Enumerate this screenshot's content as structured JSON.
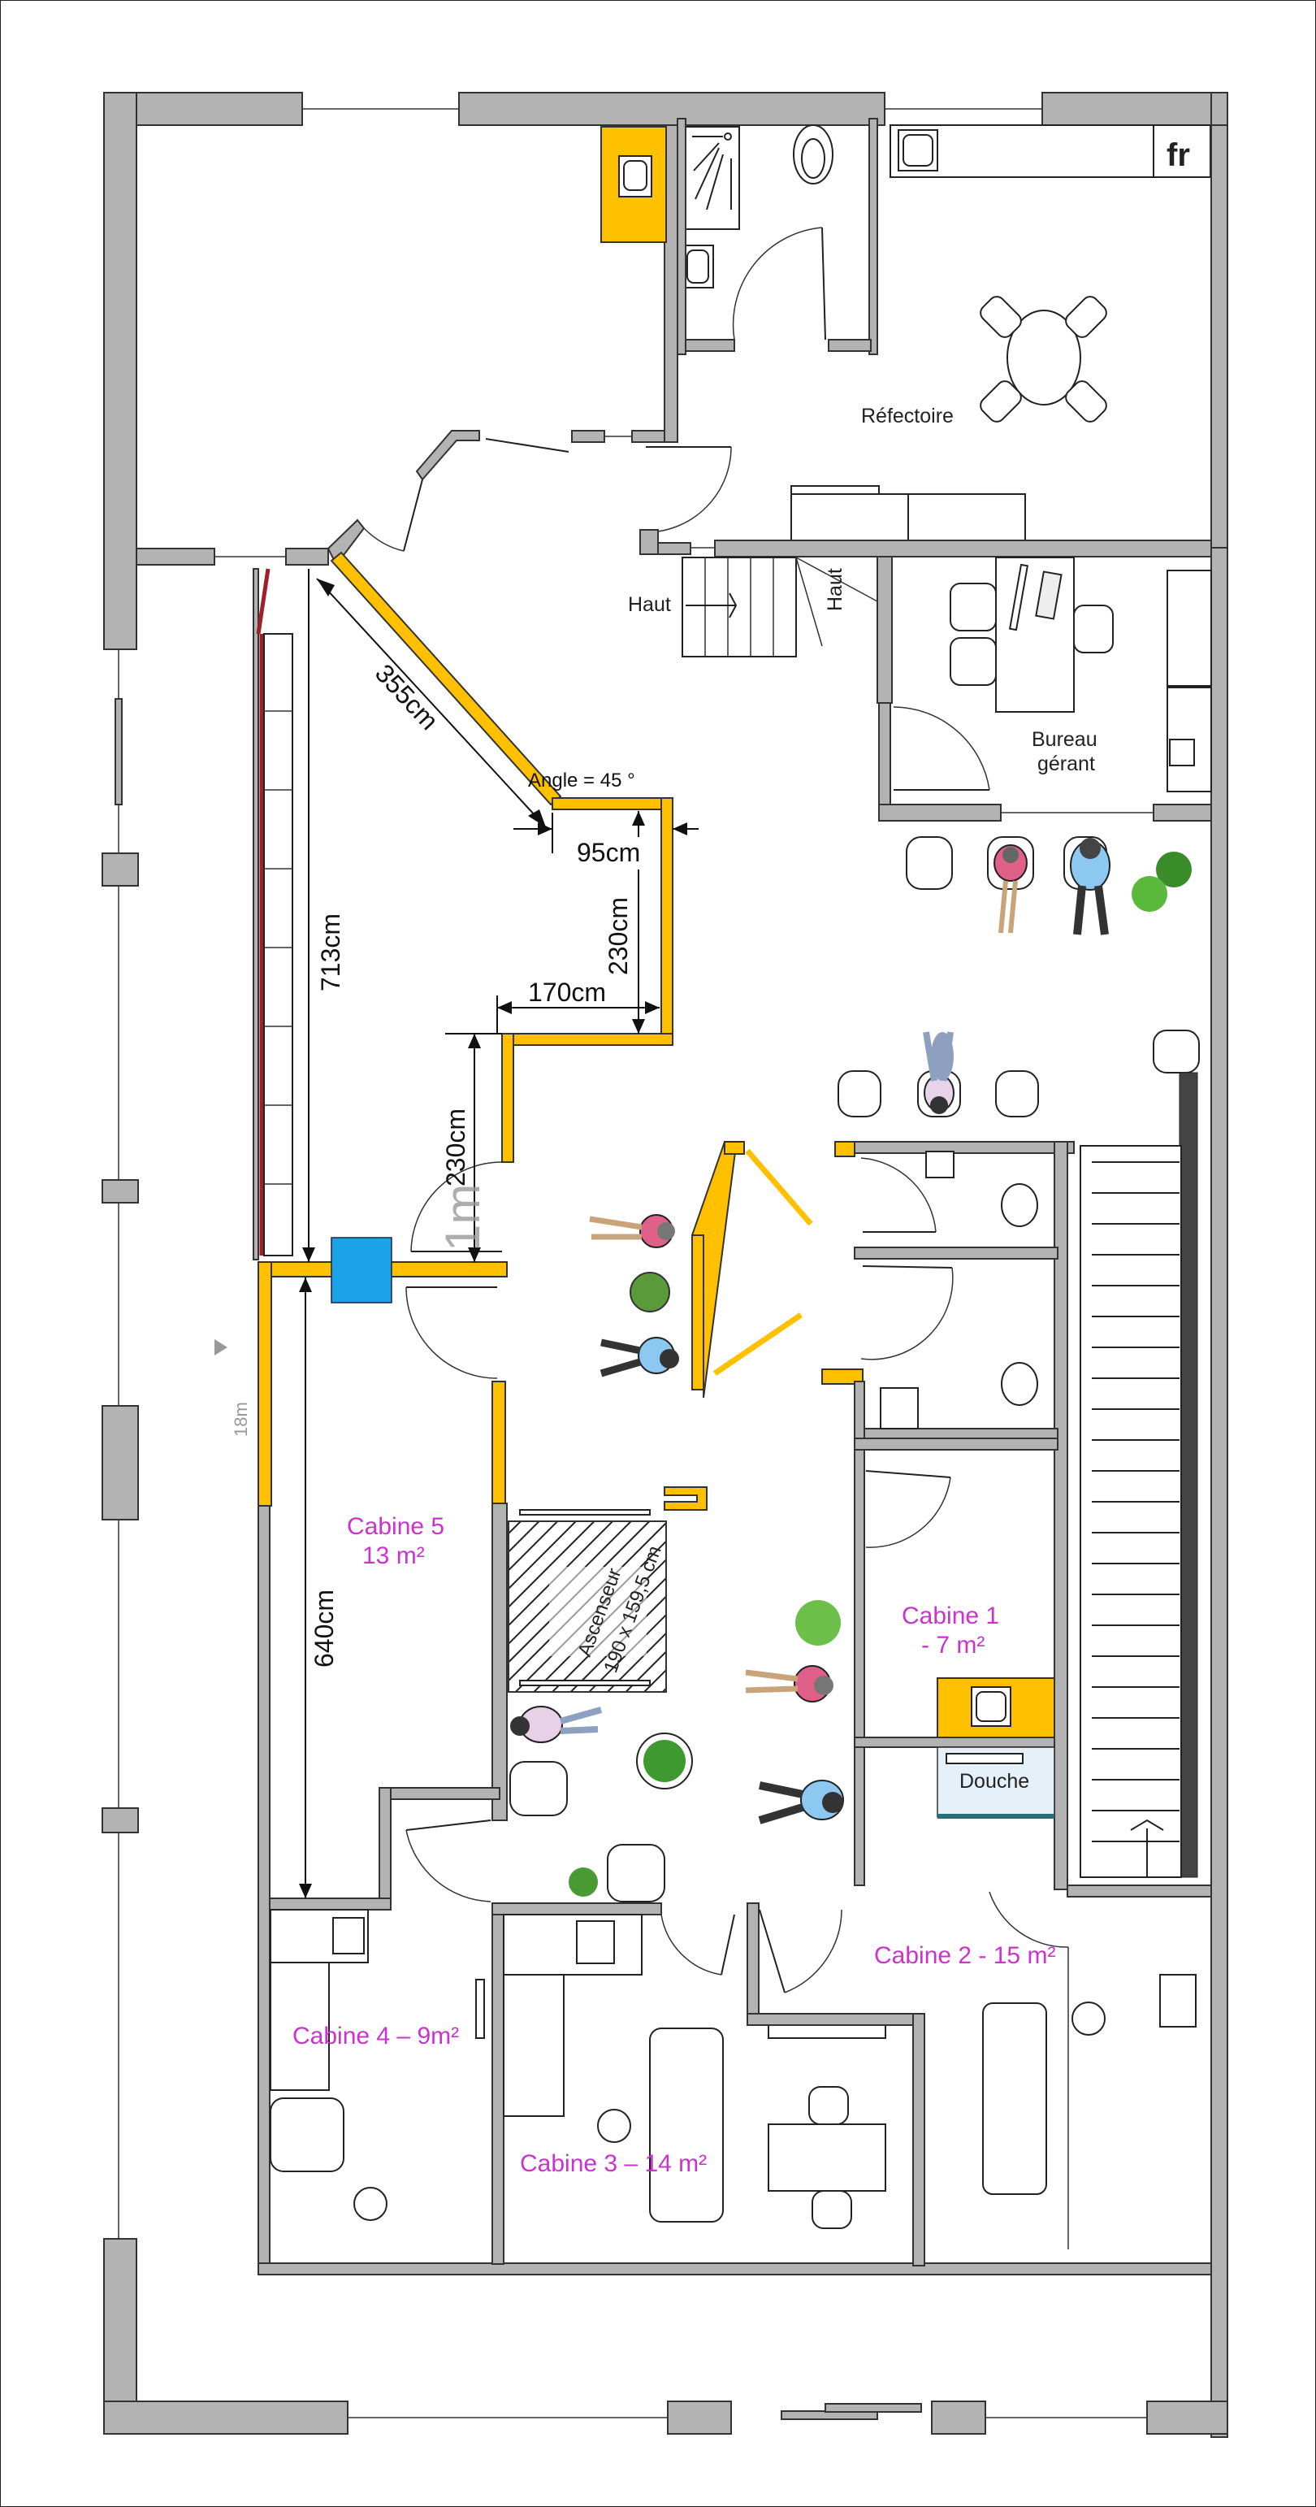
{
  "plan": {
    "rooms": {
      "refectoire": "Réfectoire",
      "bureau_line1": "Bureau",
      "bureau_line2": "gérant",
      "stairs_up_1": "Haut",
      "stairs_up_2": "Haut",
      "fridge": "fr",
      "douche": "Douche"
    },
    "cabins": [
      {
        "name_line1": "Cabine 5",
        "name_line2": "13  m²"
      },
      {
        "name_line1": "Cabine 1",
        "name_line2": "- 7 m²"
      },
      {
        "name": "Cabine 2 - 15 m²"
      },
      {
        "name": "Cabine 3 – 14 m²"
      },
      {
        "name": "Cabine 4 – 9m²"
      }
    ],
    "elevator": {
      "line1": "Ascenseur",
      "line2": "190 x 159,5 cm"
    },
    "dimensions": {
      "d355": "355cm",
      "angle": "Angle = 45 °",
      "d95": "95cm",
      "d230a": "230cm",
      "d170": "170cm",
      "d230b": "230cm",
      "d713": "713cm",
      "d640": "640cm",
      "overlay_1m": "1m",
      "height_18m": "18m"
    },
    "colors": {
      "new_partition": "#ffc000",
      "existing_wall": "#b3b3b3",
      "cabin_label": "#cc33cc",
      "elevator_hatch": "#222222",
      "sink_box_blue": "#1aa3e8",
      "red_partition": "#a0202a"
    }
  }
}
